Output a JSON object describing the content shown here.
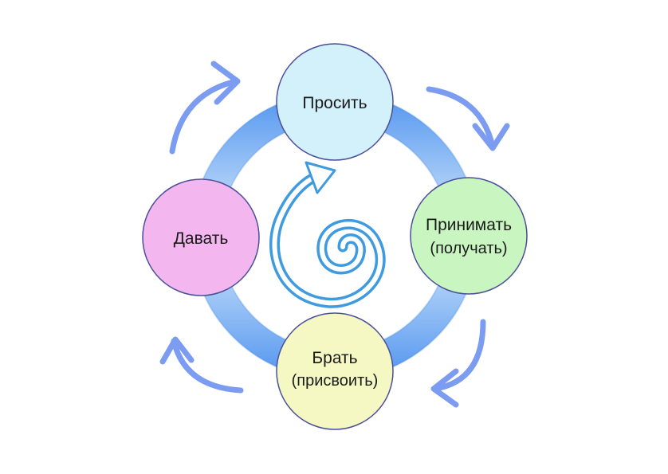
{
  "nodes": [
    {
      "id": "prosit",
      "label": "Просить",
      "sub": "",
      "color": "#d3f1fb"
    },
    {
      "id": "prinimat",
      "label": "Принимать",
      "sub": "(получать)",
      "color": "#c9f5c0"
    },
    {
      "id": "brat",
      "label": "Брать",
      "sub": "(присвоить)",
      "color": "#f5f8c3"
    },
    {
      "id": "davat",
      "label": "Давать",
      "sub": "",
      "color": "#f3b6ee"
    }
  ],
  "colors": {
    "ring_dark": "#5f9df0",
    "ring_light": "#d8ecfc",
    "arrows": "#7b9cf0",
    "spiral_outline": "#3f9be0",
    "spiral_fill": "#ffffff",
    "node_stroke": "#4a4f9a"
  }
}
